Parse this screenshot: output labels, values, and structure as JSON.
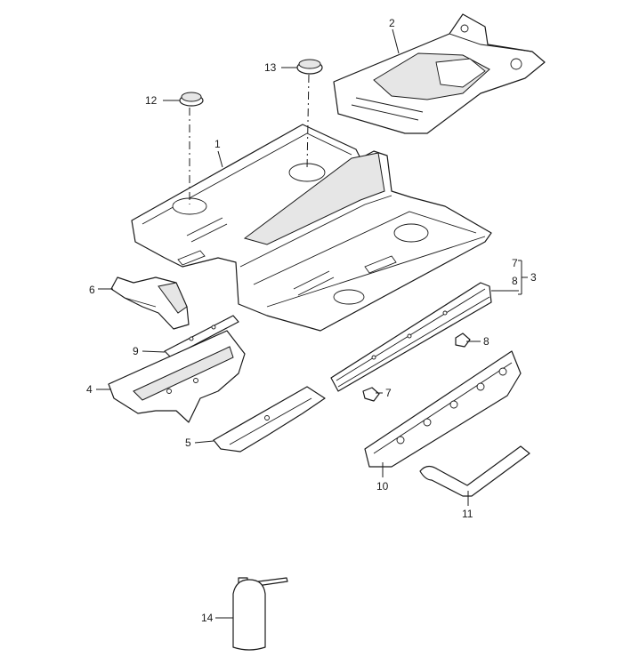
{
  "callouts": {
    "c1": "1",
    "c2": "2",
    "c3": "3",
    "c4": "4",
    "c5": "5",
    "c6": "6",
    "c7": "7",
    "c7b": "7",
    "c8": "8",
    "c8b": "8",
    "c9": "9",
    "c10": "10",
    "c11": "11",
    "c12": "12",
    "c13": "13",
    "c14": "14"
  }
}
